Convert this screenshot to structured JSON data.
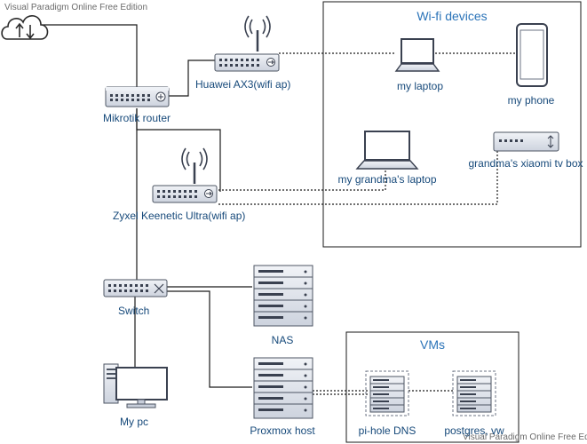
{
  "watermark_top": "Visual Paradigm Online Free Edition",
  "watermark_bottom": "Visual Paradigm Online Free Edition",
  "groups": {
    "wifi_devices": "Wi-fi devices",
    "vms": "VMs"
  },
  "nodes": {
    "internet": {
      "icon": "cloud-upload-download-icon"
    },
    "mikrotik": {
      "label": "Mikrotik router",
      "icon": "router-icon"
    },
    "huawei": {
      "label": "Huawei AX3(wifi ap)",
      "icon": "wifi-router-icon"
    },
    "zyxel": {
      "label": "Zyxel Keenetic Ultra(wifi ap)",
      "icon": "wifi-router-icon"
    },
    "switch": {
      "label": "Switch",
      "icon": "switch-icon"
    },
    "my_pc": {
      "label": "My pc",
      "icon": "desktop-pc-icon"
    },
    "nas": {
      "label": "NAS",
      "icon": "server-rack-icon"
    },
    "proxmox": {
      "label": "Proxmox host",
      "icon": "server-rack-icon"
    },
    "my_laptop": {
      "label": "my laptop",
      "icon": "laptop-icon"
    },
    "my_phone": {
      "label": "my phone",
      "icon": "smartphone-icon"
    },
    "grandma_laptop": {
      "label": "my grandma's laptop",
      "icon": "laptop-icon"
    },
    "tv_box": {
      "label": "grandma's xiaomi tv box",
      "icon": "tv-box-icon"
    },
    "pihole": {
      "label": "pi-hole DNS",
      "icon": "virtual-server-icon"
    },
    "postgres": {
      "label": "postgres, vw",
      "icon": "virtual-server-icon"
    }
  },
  "colors": {
    "line": "#1a1a1a",
    "device_fill": "#e1e6ef",
    "device_stroke": "#4d5563",
    "label": "#16497a",
    "group_title": "#2a73b8"
  }
}
